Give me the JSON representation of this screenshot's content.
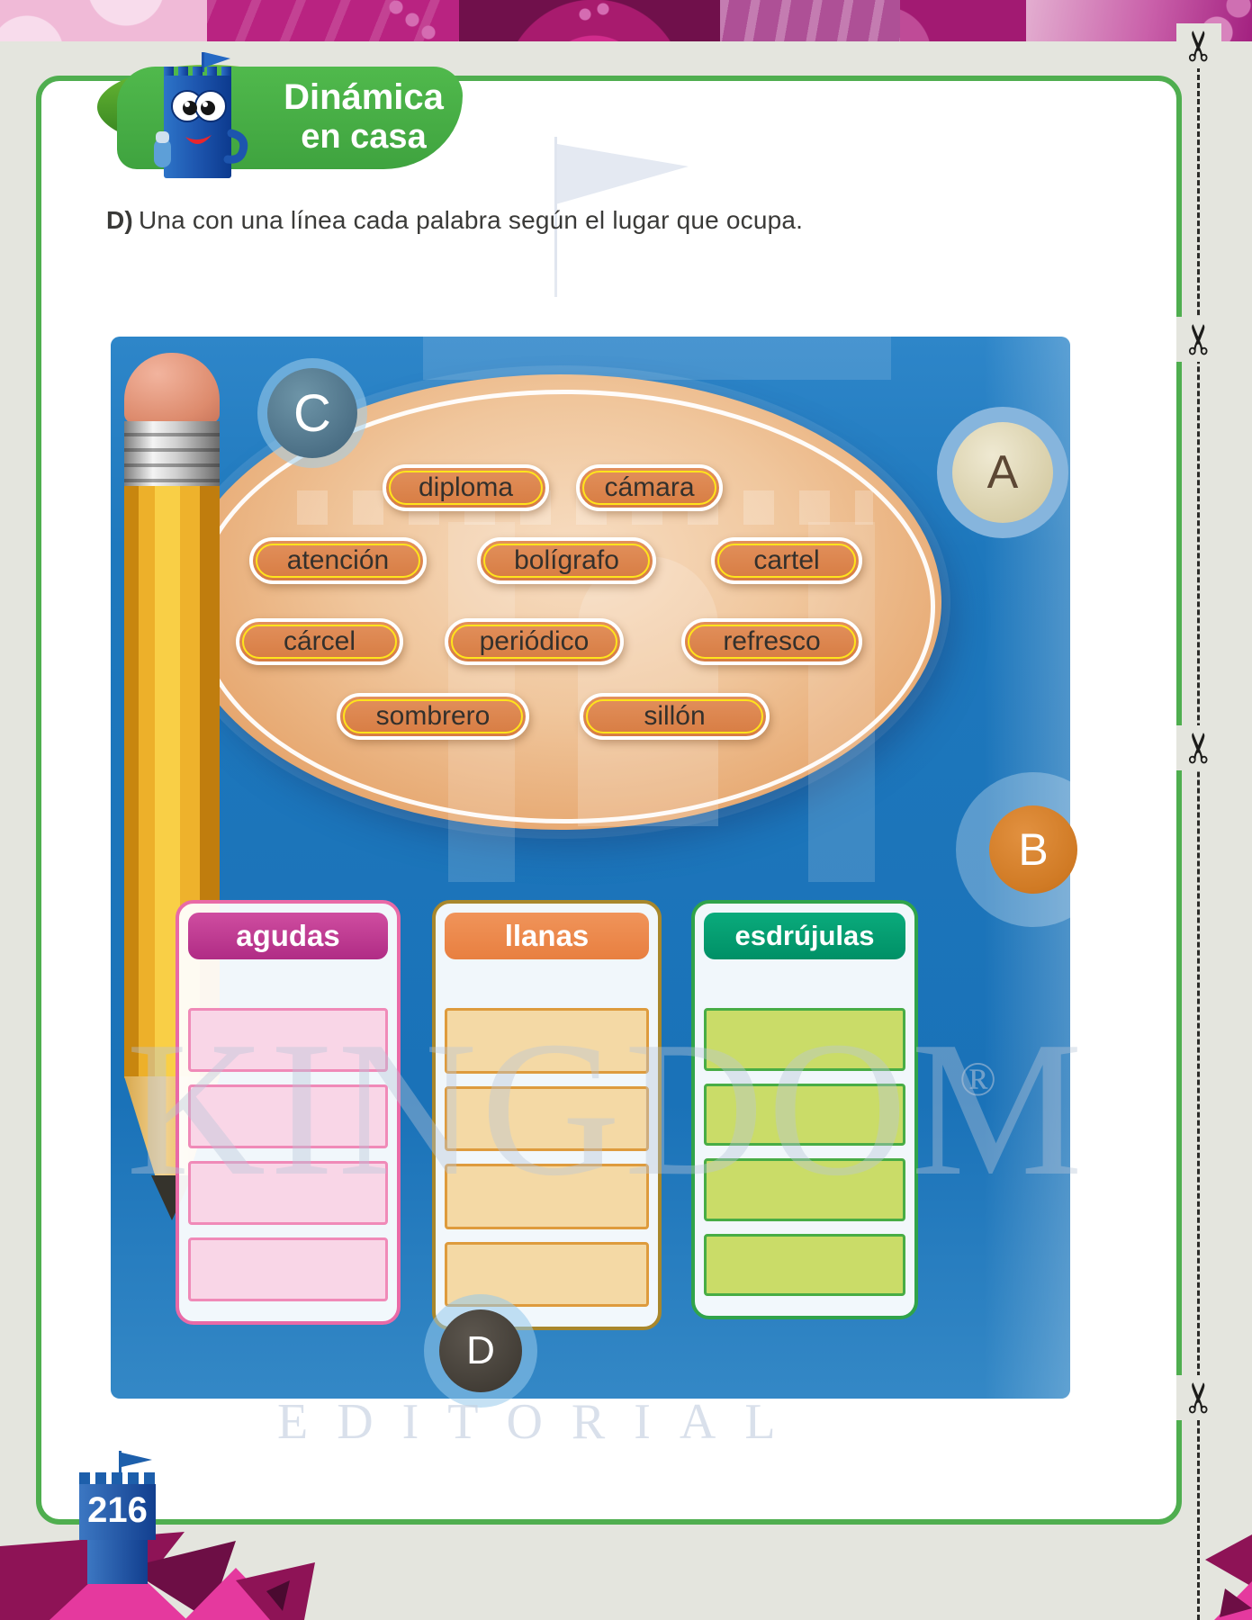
{
  "page": {
    "top_banner": {
      "line1": "Dinámica",
      "line2": "en casa"
    },
    "instruction_label": "D)",
    "instruction_text": "Una con una línea cada palabra según el lugar que ocupa.",
    "page_number": "216"
  },
  "activity": {
    "markers": {
      "a": "A",
      "b": "B",
      "c": "C",
      "d": "D"
    },
    "words": [
      "diploma",
      "cámara",
      "atención",
      "bolígrafo",
      "cartel",
      "cárcel",
      "periódico",
      "refresco",
      "sombrero",
      "sillón"
    ],
    "columns": [
      {
        "title": "agudas",
        "empty_rows": 4
      },
      {
        "title": "llanas",
        "empty_rows": 4
      },
      {
        "title": "esdrújulas",
        "empty_rows": 4
      }
    ]
  },
  "watermark": {
    "brand": "KINGDOM",
    "registered": "®",
    "subtitle": "EDITORIAL"
  },
  "icons": {
    "scissors": "✂"
  },
  "colors": {
    "frame_green": "#4fae4f",
    "banner_green": "#47b347",
    "panel_blue": "#1e78bd",
    "oval_orange": "#eeb88a",
    "chip_orange": "#dd8550",
    "chip_ring_yellow": "#ffe41c",
    "agudas_magenta": "#bb3390",
    "llanas_orange": "#ec8347",
    "esdrujulas_green": "#00a072",
    "strip_magenta": "#b92381"
  }
}
